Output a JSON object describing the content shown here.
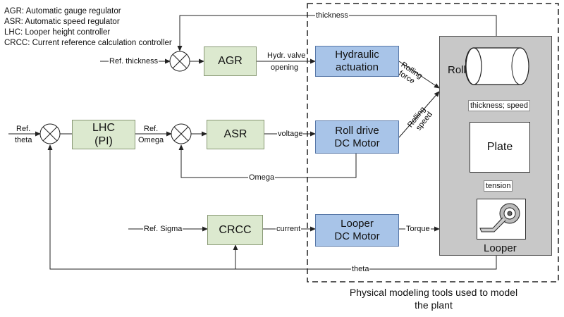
{
  "legend": [
    "AGR: Automatic gauge regulator",
    "ASR: Automatic speed regulator",
    "LHC: Looper height controller",
    "CRCC: Current reference calculation controller"
  ],
  "blocks": {
    "agr": "AGR",
    "lhc": [
      "LHC",
      "(PI)"
    ],
    "asr": "ASR",
    "crcc": "CRCC",
    "hydraulic": [
      "Hydraulic",
      "actuation"
    ],
    "roll_drive": [
      "Roll drive",
      "DC Motor"
    ],
    "looper_motor": [
      "Looper",
      "DC Motor"
    ]
  },
  "plant": {
    "roll": "Roll",
    "plate": "Plate",
    "looper": "Looper",
    "thickness_speed": "thickness; speed",
    "tension": "tension"
  },
  "signals": {
    "thickness": "thickness",
    "ref_thickness": "Ref. thickness",
    "hydr_valve": [
      "Hydr. valve",
      "opening"
    ],
    "rolling_force": [
      "Rolling",
      "force"
    ],
    "rolling_speed": [
      "Rolling",
      "speed"
    ],
    "ref_theta": [
      "Ref.",
      "theta"
    ],
    "ref_omega": [
      "Ref.",
      "Omega"
    ],
    "voltage": "voltage",
    "omega": "Omega",
    "ref_sigma": "Ref. Sigma",
    "current": "current",
    "torque": "Torque",
    "theta": "theta"
  },
  "caption": [
    "Physical modeling tools used to model",
    "the plant"
  ]
}
